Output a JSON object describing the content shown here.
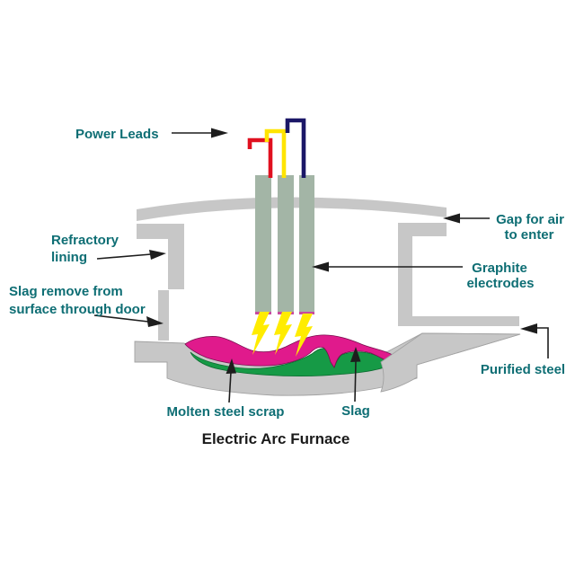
{
  "title": "Electric Arc Furnace",
  "labels": {
    "power_leads": "Power Leads",
    "refractory_line1": "Refractory",
    "refractory_line2": "lining",
    "slag_door_line1": "Slag remove from",
    "slag_door_line2": "surface through door",
    "gap_air_line1": "Gap for air",
    "gap_air_line2": "to enter",
    "graphite_line1": "Graphite",
    "graphite_line2": "electrodes",
    "purified_steel": "Purified steel",
    "molten_steel": "Molten steel scrap",
    "slag": "Slag"
  },
  "colors": {
    "label_text": "#0e6e74",
    "title_text": "#1a1a1a",
    "structure_gray": "#c7c7c7",
    "electrode": "#a3b5a6",
    "electrode_tip": "#c84a9e",
    "slag_magenta": "#e01a8c",
    "slag_outline": "#7a1050",
    "molten_green": "#169a46",
    "molten_outline": "#0c6b30",
    "arc_yellow": "#ffec00",
    "lead_red": "#e0101f",
    "lead_yellow": "#ffe400",
    "lead_blue": "#1b1767"
  }
}
